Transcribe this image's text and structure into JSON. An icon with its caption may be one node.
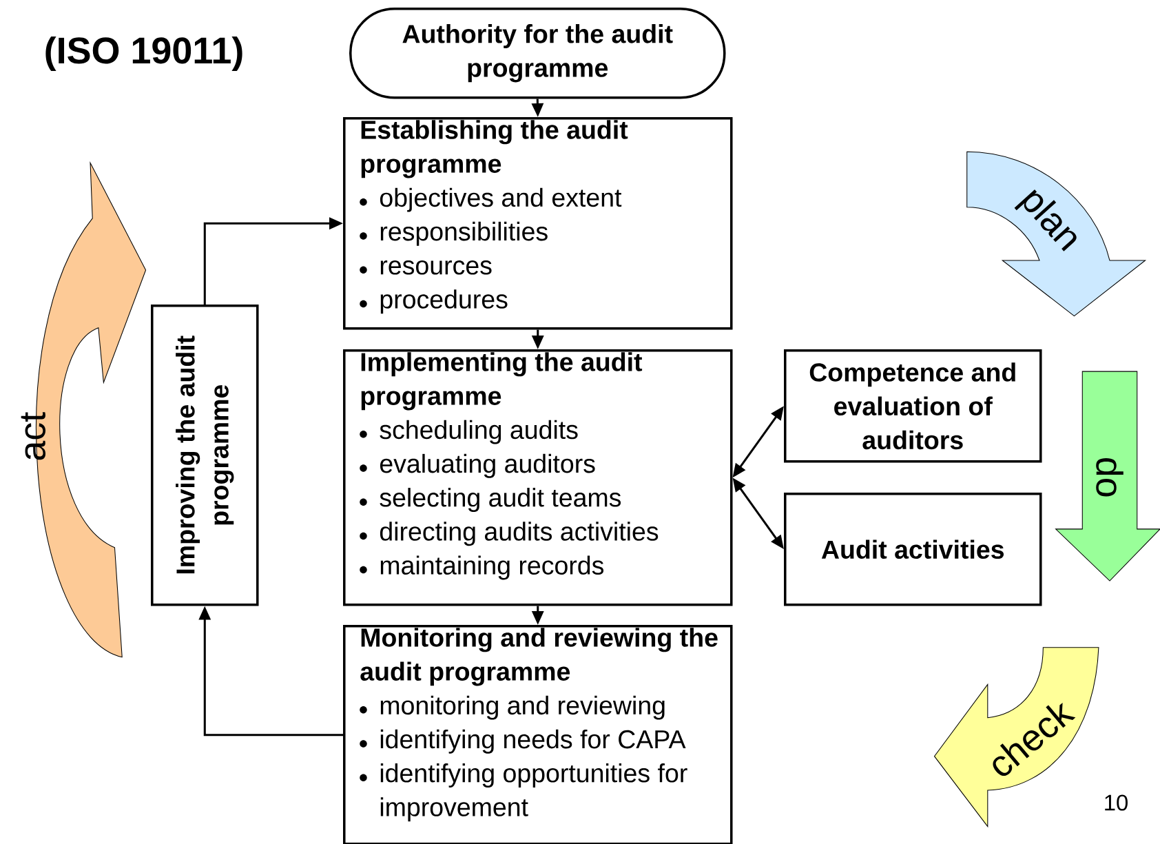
{
  "diagram": {
    "title": "(ISO 19011)",
    "nodes": [
      {
        "text": [
          "Authority for the audit programme"
        ]
      },
      {
        "text": [
          "Establishing the audit programme",
          "objectives and extent",
          "responsibilities",
          "resources",
          "procedures"
        ]
      },
      {
        "text": [
          "Implementing the audit programme",
          "scheduling audits",
          "evaluating auditors",
          "selecting audit teams",
          "directing audits activities",
          "maintaining records"
        ]
      },
      {
        "text": [
          "Monitoring and reviewing the audit programme",
          "monitoring and reviewing",
          "identifying needs for CAPA",
          "identifying opportunities for improvement"
        ]
      },
      {
        "text": [
          "Improving the audit programme"
        ]
      },
      {
        "text": [
          "Competence and evaluation of auditors"
        ]
      },
      {
        "text": [
          "Audit activities"
        ]
      },
      {
        "text": [
          "act"
        ]
      },
      {
        "text": [
          "plan"
        ]
      },
      {
        "text": [
          "do"
        ]
      },
      {
        "text": [
          "check"
        ]
      }
    ],
    "edges": [
      {
        "from": 0,
        "to": 1,
        "arrow": "to"
      },
      {
        "from": 1,
        "to": 2,
        "arrow": "to"
      },
      {
        "from": 2,
        "to": 3,
        "arrow": "to"
      },
      {
        "from": 3,
        "to": 4,
        "arrow": "to"
      },
      {
        "from": 4,
        "to": 1,
        "arrow": "to"
      },
      {
        "from": 2,
        "to": 5,
        "arrow": "both"
      },
      {
        "from": 2,
        "to": 6,
        "arrow": "both"
      }
    ],
    "labels": [
      "10"
    ]
  }
}
